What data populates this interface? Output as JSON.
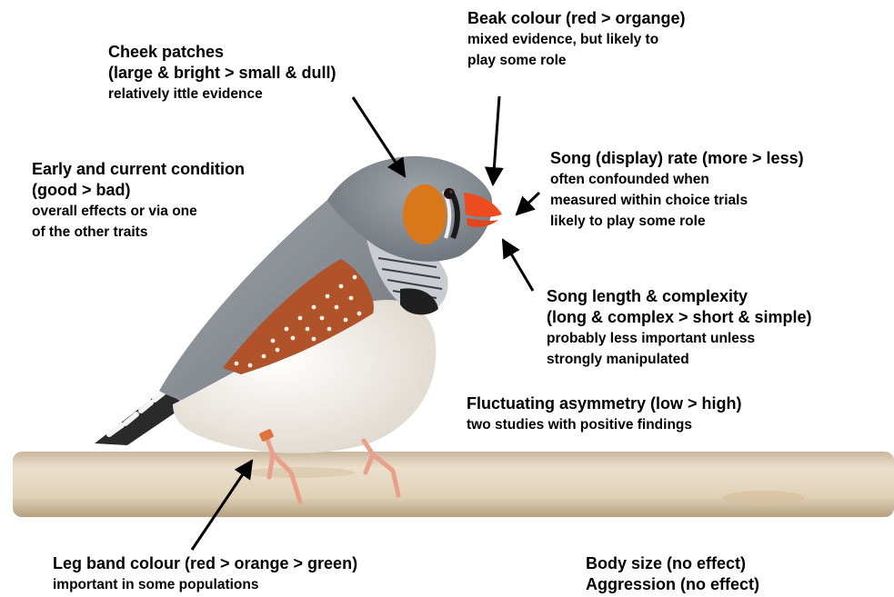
{
  "annotations": {
    "beak": {
      "title": "Beak colour (red > organge)",
      "lines": [
        "mixed evidence, but likely to",
        "play some role"
      ]
    },
    "cheek": {
      "title": "Cheek patches",
      "title2": "(large & bright > small & dull)",
      "lines": [
        "relatively ittle evidence"
      ]
    },
    "condition": {
      "title": "Early and current condition",
      "title2": "(good > bad)",
      "lines": [
        "overall effects or via one",
        "of the other traits"
      ]
    },
    "song_rate": {
      "title": "Song (display) rate (more > less)",
      "lines": [
        "often confounded when",
        "measured within choice trials",
        "likely to play some role"
      ]
    },
    "song_length": {
      "title": "Song length & complexity",
      "title2": "(long & complex > short & simple)",
      "lines": [
        "probably less important unless",
        "strongly manipulated"
      ]
    },
    "asymmetry": {
      "title": "Fluctuating asymmetry (low > high)",
      "lines": [
        "two studies with positive findings"
      ]
    },
    "leg_band": {
      "title": "Leg band colour (red > orange > green)",
      "lines": [
        "important in some populations"
      ]
    },
    "no_effect": {
      "line1": "Body size (no effect)",
      "line2": "Aggression (no effect)"
    }
  },
  "colors": {
    "perch": "#e2d3bd",
    "bird_grey": "#8e949a",
    "cheek_orange": "#d9781a",
    "beak_red": "#ec4c1f",
    "flank_brown": "#b0532a",
    "belly": "#f1ede6",
    "arrow": "#000000"
  }
}
